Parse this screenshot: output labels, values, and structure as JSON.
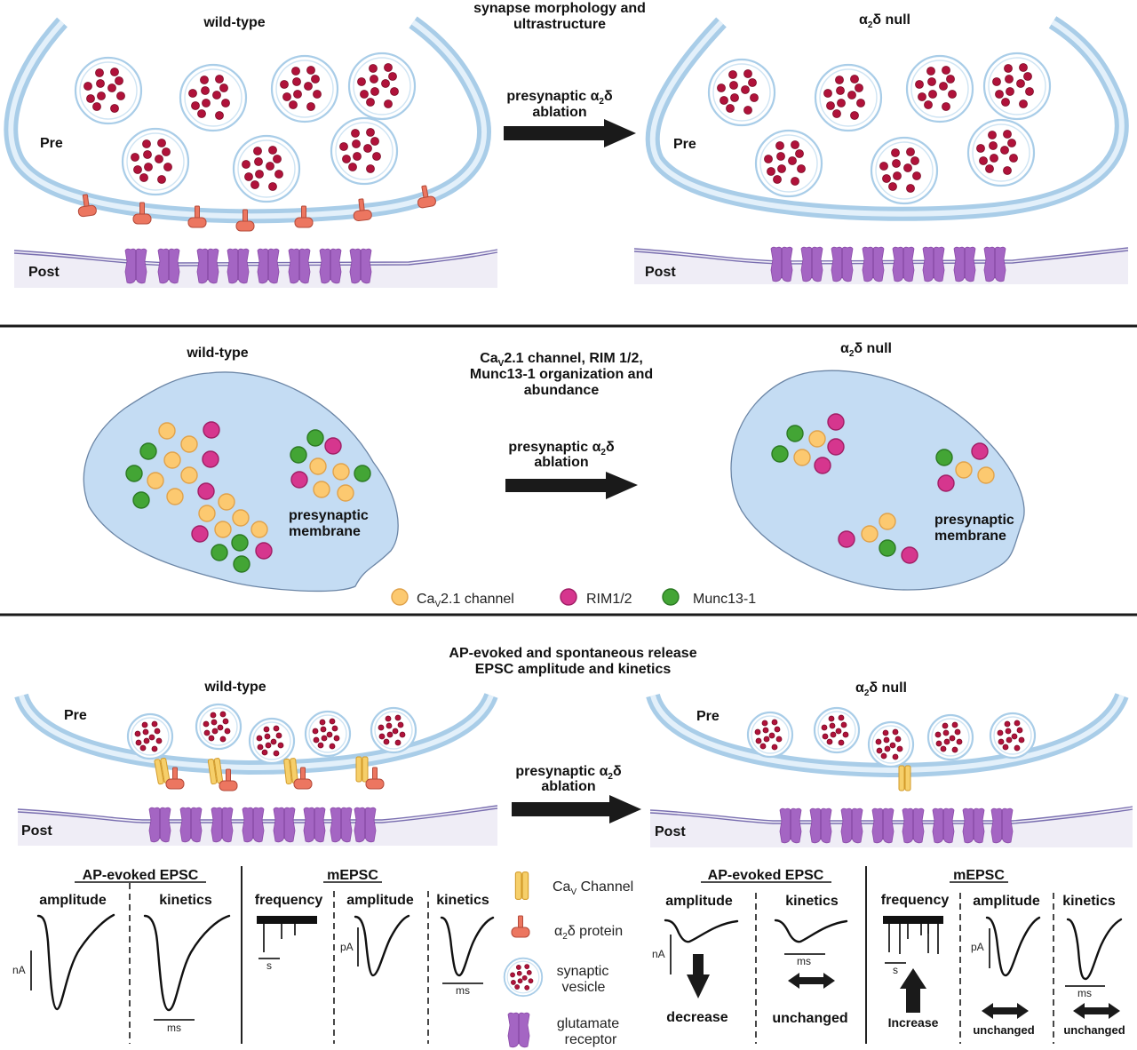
{
  "panel1": {
    "title_line1": "synapse morphology and",
    "title_line2": "ultrastructure",
    "left_label": "wild-type",
    "right_label_alpha": "α",
    "right_label_sub": "2",
    "right_label_rest": "δ null",
    "pre_label": "Pre",
    "post_label": "Post",
    "arrow_line1_text": "presynaptic α",
    "arrow_line1_sub": "2",
    "arrow_line1_end": "δ",
    "arrow_line2": "ablation"
  },
  "panel2": {
    "title_line1_pre": "Ca",
    "title_line1_sub": "V",
    "title_line1_post": "2.1 channel, RIM 1/2,",
    "title_line2": "Munc13-1 organization and",
    "title_line3": "abundance",
    "left_label": "wild-type",
    "right_label_alpha": "α",
    "right_label_sub": "2",
    "right_label_rest": "δ null",
    "membrane_line1": "presynaptic",
    "membrane_line2": "membrane",
    "arrow_line1_text": "presynaptic α",
    "arrow_line1_sub": "2",
    "arrow_line1_end": "δ",
    "arrow_line2": "ablation",
    "legend": [
      {
        "key": "cav",
        "label_pre": "Ca",
        "label_sub": "V",
        "label_post": "2.1 channel",
        "color": "#fcc970"
      },
      {
        "key": "rim",
        "label_pre": "RIM1/2",
        "label_sub": "",
        "label_post": "",
        "color": "#d6368e"
      },
      {
        "key": "munc",
        "label_pre": "Munc13-1",
        "label_sub": "",
        "label_post": "",
        "color": "#43a535"
      }
    ]
  },
  "panel3": {
    "title_line1": "AP-evoked and spontaneous release",
    "title_line2": "EPSC amplitude and kinetics",
    "left_label": "wild-type",
    "right_label_alpha": "α",
    "right_label_sub": "2",
    "right_label_rest": "δ null",
    "pre_label": "Pre",
    "post_label": "Post",
    "arrow_line1_text": "presynaptic α",
    "arrow_line1_sub": "2",
    "arrow_line1_end": "δ",
    "arrow_line2": "ablation",
    "legend": {
      "cav_pre": "Ca",
      "cav_sub": "V",
      "cav_post": " Channel",
      "a2d_pre": "α",
      "a2d_sub": "2",
      "a2d_post": "δ protein",
      "vesicle_line1": "synaptic",
      "vesicle_line2": "vesicle",
      "receptor_line1": "glutamate",
      "receptor_line2": "receptor"
    },
    "wt_results": {
      "ap_header": "AP-evoked EPSC",
      "amplitude": "amplitude",
      "kinetics": "kinetics",
      "amp_unit": "nA",
      "kin_unit": "ms",
      "m_header": "mEPSC",
      "frequency": "frequency",
      "m_amplitude": "amplitude",
      "m_kinetics": "kinetics",
      "freq_unit": "s",
      "m_amp_unit": "pA",
      "m_kin_unit": "ms"
    },
    "null_results": {
      "ap_header": "AP-evoked EPSC",
      "amplitude": "amplitude",
      "kinetics": "kinetics",
      "amp_unit": "nA",
      "kin_unit": "ms",
      "amp_outcome": "decrease",
      "kin_outcome": "unchanged",
      "m_header": "mEPSC",
      "frequency": "frequency",
      "m_amplitude": "amplitude",
      "m_kinetics": "kinetics",
      "freq_unit": "s",
      "m_amp_unit": "pA",
      "m_kin_unit": "ms",
      "freq_outcome": "Increase",
      "m_amp_outcome": "unchanged",
      "m_kin_outcome": "unchanged"
    }
  },
  "colors": {
    "membrane": "#a9cde8",
    "vesicle_cargo": "#b0123a",
    "a2d_protein": "#ec7660",
    "glutamate_receptor": "#a465c3",
    "cav_channel": "#f6cf6a",
    "cell_fill": "#c4dcf3",
    "cav_dot": "#fcc970",
    "rim_dot": "#d6368e",
    "munc_dot": "#43a535"
  }
}
